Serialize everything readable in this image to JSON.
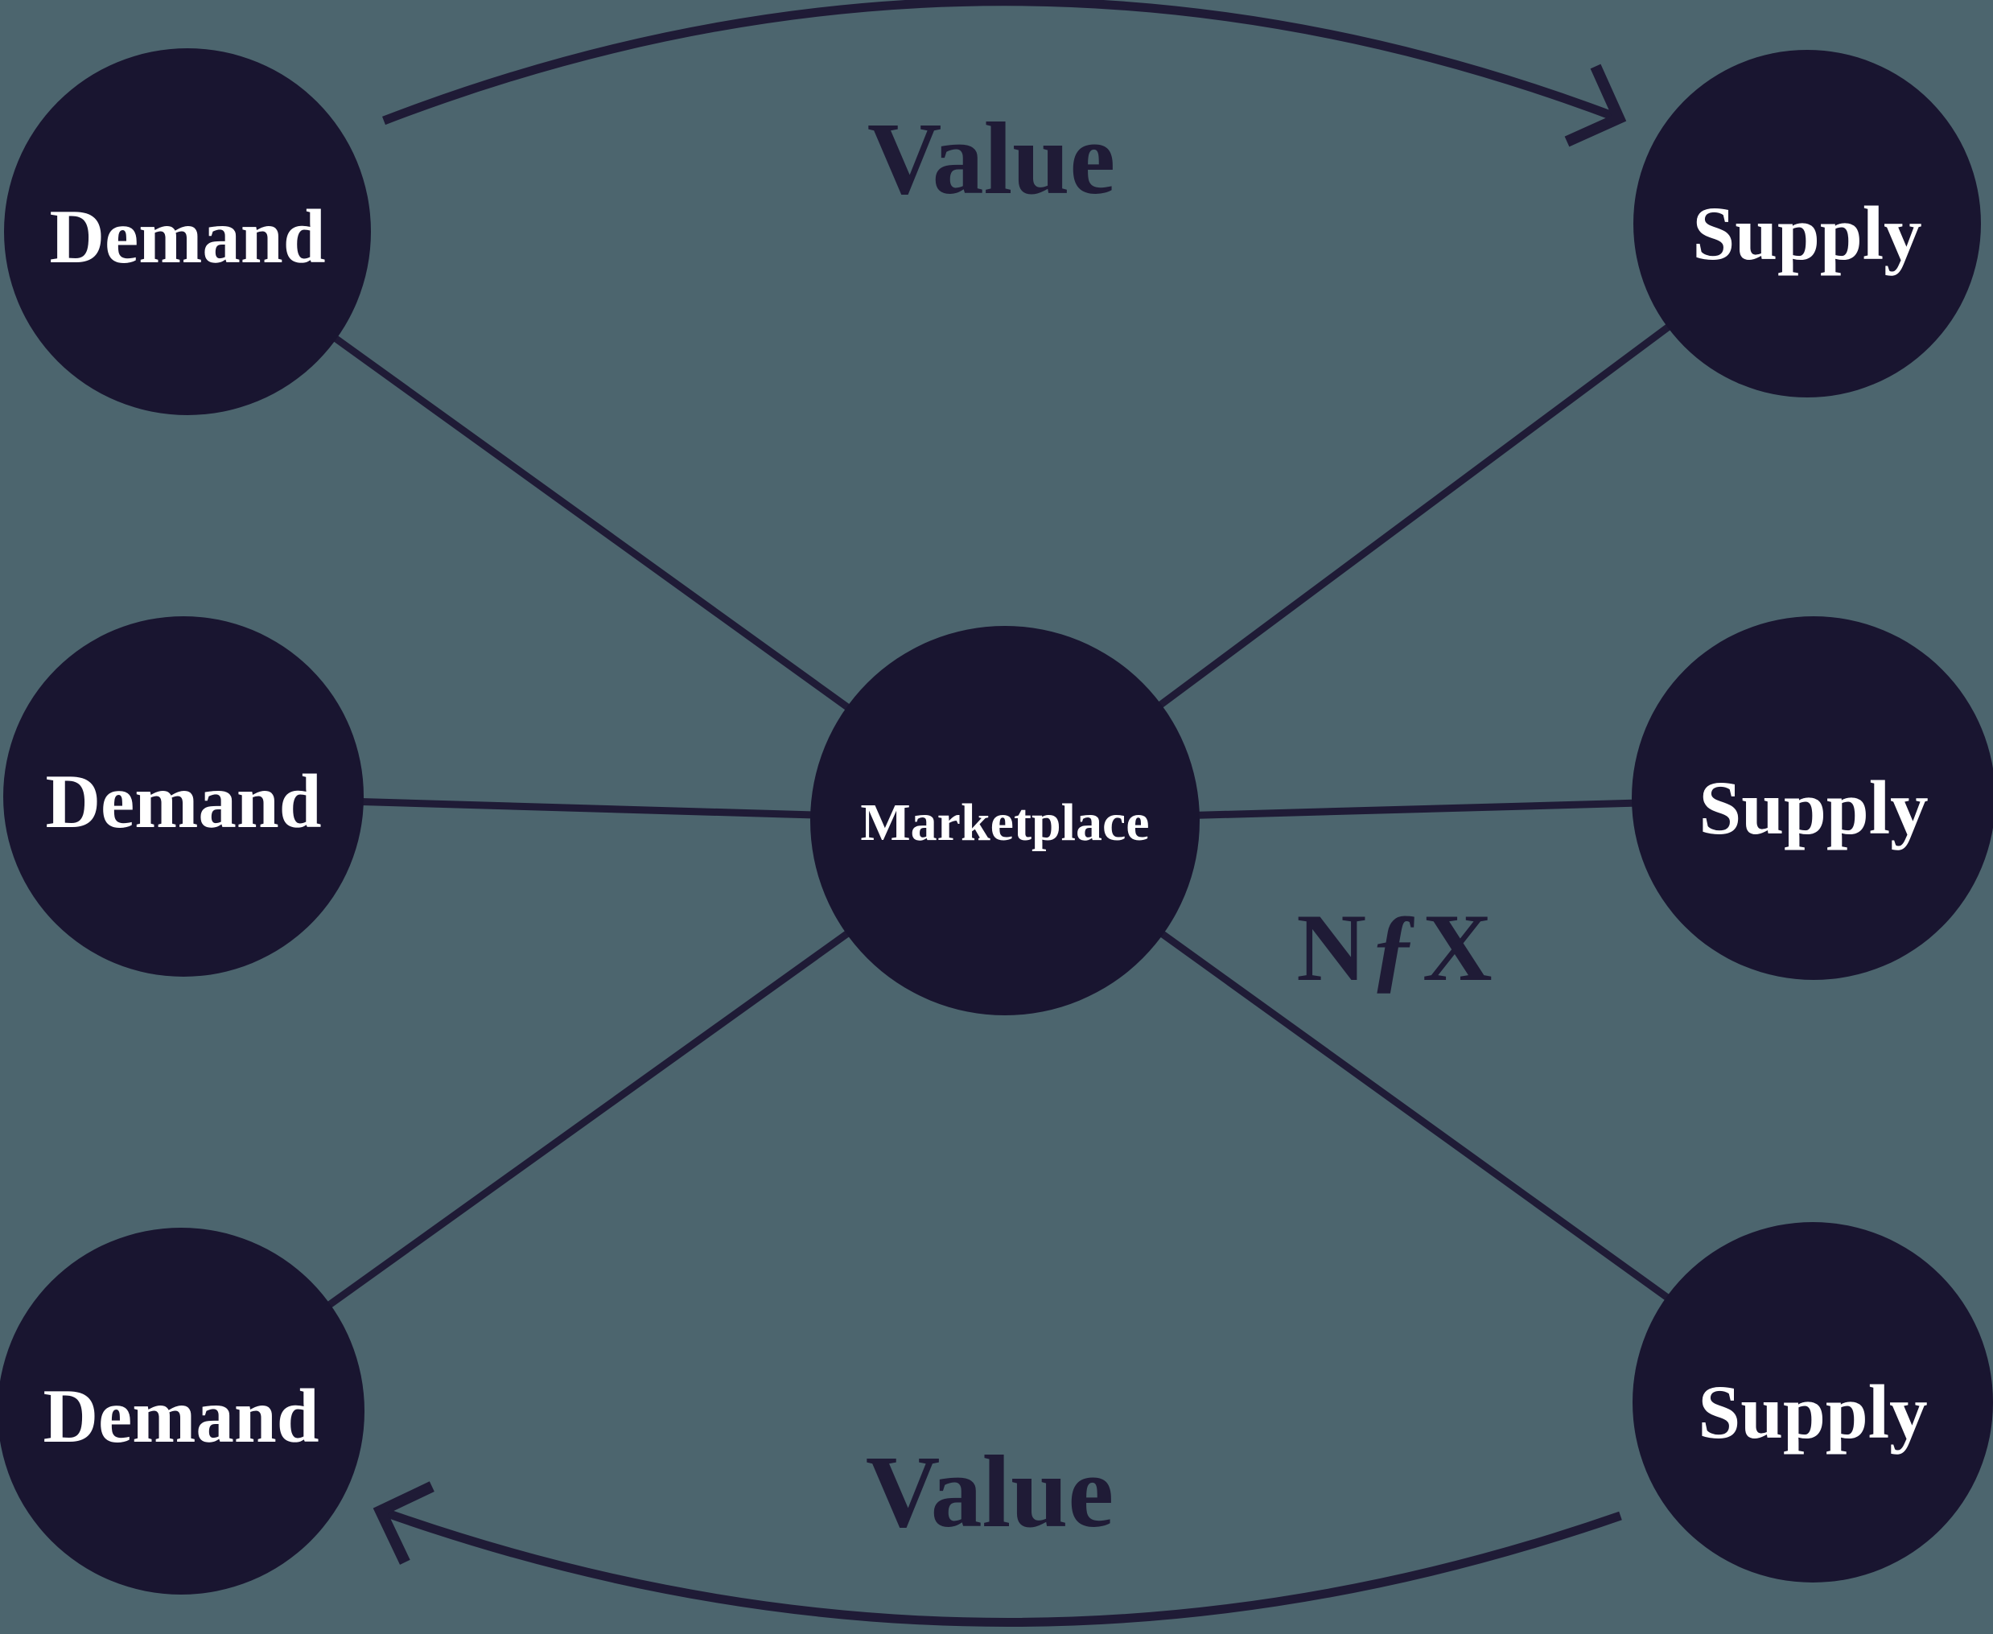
{
  "diagram": {
    "background_color": "#4c656e",
    "node_color": "#191530",
    "line_color": "#1f1b36",
    "node_label_color": "#ffffff",
    "nodes": {
      "marketplace": {
        "label": "Marketplace"
      },
      "demand": [
        {
          "label": "Demand"
        },
        {
          "label": "Demand"
        },
        {
          "label": "Demand"
        }
      ],
      "supply": [
        {
          "label": "Supply"
        },
        {
          "label": "Supply"
        },
        {
          "label": "Supply"
        }
      ]
    },
    "arrows": {
      "top_label": "Value",
      "bottom_label": "Value"
    },
    "brand": {
      "n": "N",
      "florin": "ƒ",
      "x": "X"
    }
  }
}
